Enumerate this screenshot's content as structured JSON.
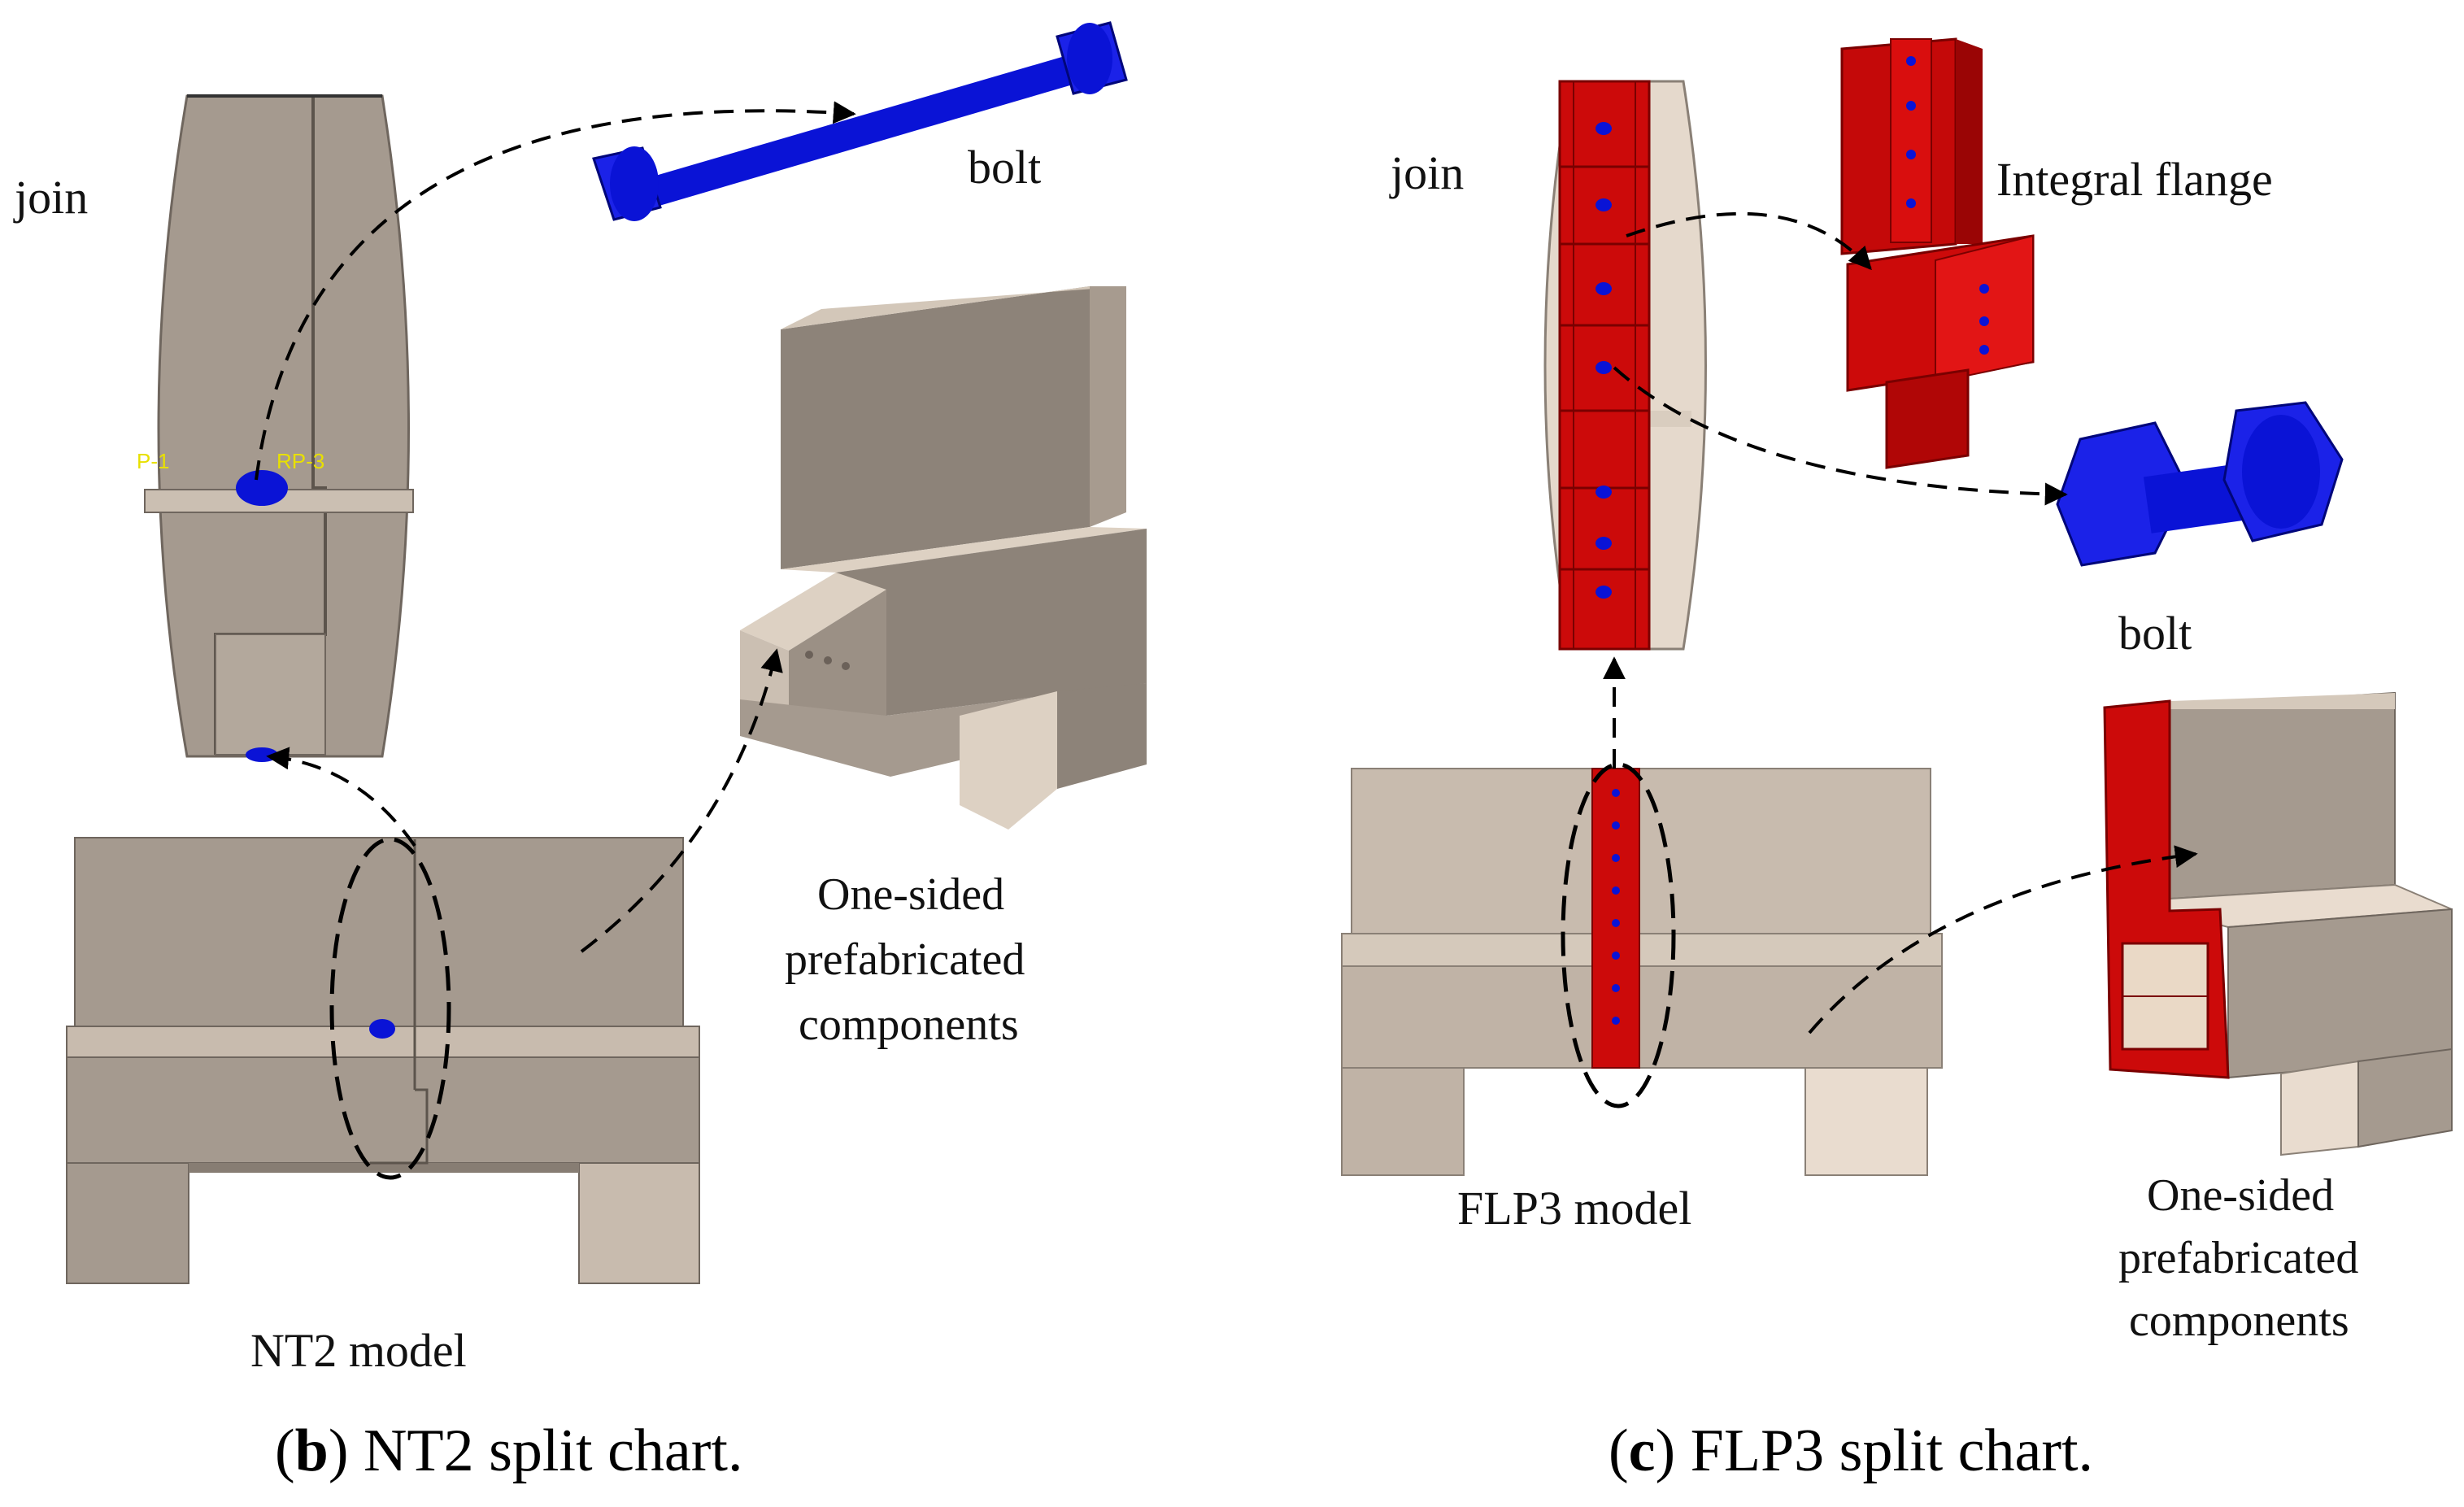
{
  "panel_b": {
    "caption_letter": "b",
    "caption_rest": ") NT2 split chart.",
    "caption_open": "(",
    "labels": {
      "join": "join",
      "bolt": "bolt",
      "model": "NT2 model",
      "components_line1": "One-sided",
      "components_line2": "prefabricated",
      "components_line3": "components"
    },
    "marker_rp1": "P-1",
    "marker_rp3": "RP-3"
  },
  "panel_c": {
    "caption_letter": "c",
    "caption_rest": ") FLP3 split chart.",
    "caption_open": "(",
    "labels": {
      "join": "join",
      "integral_flange": "Integral flange",
      "bolt": "bolt",
      "model": "FLP3 model",
      "components_line1": "One-sided",
      "components_line2": "prefabricated",
      "components_line3": "components"
    }
  },
  "colors": {
    "concrete": "#a59a8f",
    "concrete_light": "#c8bbae",
    "concrete_pale": "#e9dccf",
    "steel_red": "#cc0a0a",
    "bolt_blue": "#0a13d6"
  }
}
